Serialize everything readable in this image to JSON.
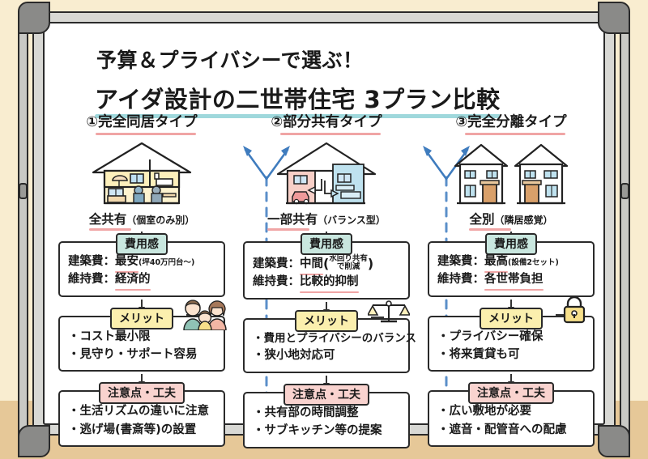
{
  "title": {
    "line1": "予算＆プライバシーで選ぶ！",
    "line2": "アイダ設計の二世帯住宅 3プラン比較",
    "highlight_color": "#f7e583",
    "underline_color": "#9fd8dc"
  },
  "section_labels": {
    "cost": "費用感",
    "merit": "メリット",
    "caution": "注意点・工夫"
  },
  "badge_colors": {
    "cost": "#c9e7df",
    "merit": "#fbefae",
    "caution": "#f9d3cf",
    "underline": "#f0a5a5"
  },
  "columns": [
    {
      "number": "①",
      "heading": "完全同居タイプ",
      "house_icon": "house-full-share-icon",
      "sub_label_main": "全共有",
      "sub_label_note": "（個室のみ別）",
      "cost": {
        "label": "費用感",
        "rows": [
          {
            "key": "建築費：",
            "value": "最安",
            "note": "(坪40万円台〜)"
          },
          {
            "key": "維持費：",
            "value": "経済的",
            "note": ""
          }
        ]
      },
      "merit": {
        "label": "メリット",
        "icon": "family-icon",
        "items": [
          "・コスト最小限",
          "・見守り・サポート容易"
        ]
      },
      "caution": {
        "label": "注意点・工夫",
        "items": [
          "・生活リズムの違いに注意",
          "・逃げ場(書斎等)の設置"
        ]
      }
    },
    {
      "number": "②",
      "heading": "部分共有タイプ",
      "house_icon": "house-partial-share-icon",
      "sub_label_main": "一部共有",
      "sub_label_note": "（バランス型）",
      "cost": {
        "label": "費用感",
        "rows": [
          {
            "key": "建築費：",
            "value": "中間",
            "note_line1": "水回り共有",
            "note_line2": "で削減"
          },
          {
            "key": "維持費：",
            "value": "比較的抑制",
            "note": ""
          }
        ]
      },
      "merit": {
        "label": "メリット",
        "icon": "balance-scale-icon",
        "items": [
          "・費用とプライバシーのバランス",
          "・狭小地対応可"
        ]
      },
      "caution": {
        "label": "注意点・工夫",
        "items": [
          "・共有部の時間調整",
          "・サブキッチン等の提案"
        ]
      }
    },
    {
      "number": "③",
      "heading": "完全分離タイプ",
      "house_icon": "house-separated-icon",
      "sub_label_main": "全別",
      "sub_label_note": "（隣居感覚）",
      "cost": {
        "label": "費用感",
        "rows": [
          {
            "key": "建築費：",
            "value": "最高",
            "note": "(設備2セット)"
          },
          {
            "key": "維持費：",
            "value": "各世帯負担",
            "note": ""
          }
        ]
      },
      "merit": {
        "label": "メリット",
        "icon": "lock-icon",
        "items": [
          "・プライバシー確保",
          "・将来賃貸も可"
        ]
      },
      "caution": {
        "label": "注意点・工夫",
        "items": [
          "・広い敷地が必要",
          "・遮音・配管音への配慮"
        ]
      }
    }
  ],
  "dividers": {
    "color": "#5b8fc9",
    "style": "dashed-vertical-with-y-arrows",
    "count": 2
  }
}
